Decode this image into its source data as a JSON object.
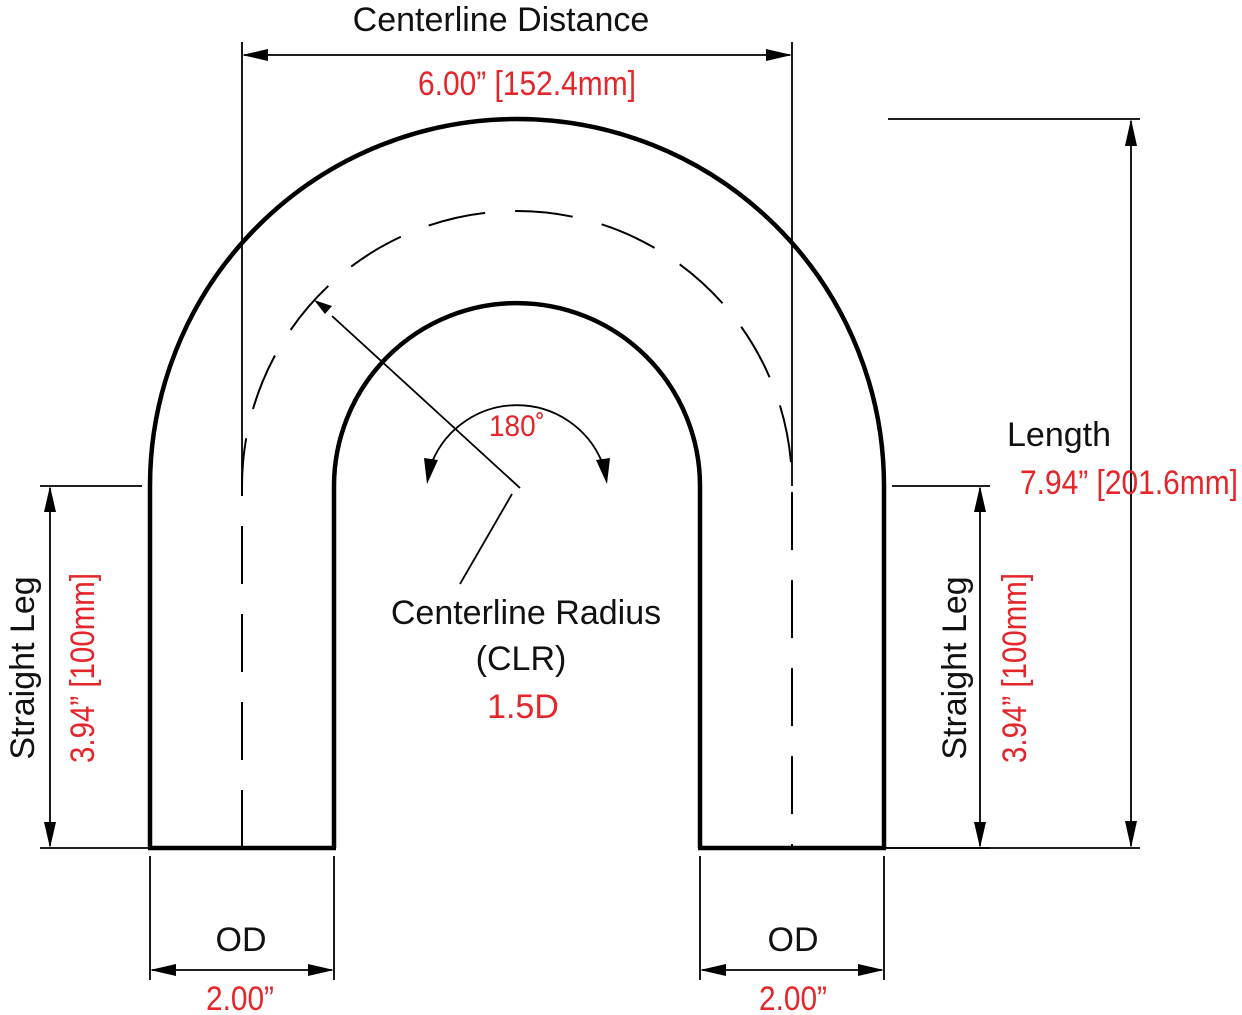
{
  "colors": {
    "line": "#000000",
    "text": "#111111",
    "accent": "#e4262b"
  },
  "centerline_distance": {
    "label": "Centerline Distance",
    "value": "6.00” [152.4mm]"
  },
  "length": {
    "label": "Length",
    "value": "7.94” [201.6mm]"
  },
  "straight_leg_left": {
    "label": "Straight Leg",
    "value": "3.94” [100mm]"
  },
  "straight_leg_right": {
    "label": "Straight Leg",
    "value": "3.94” [100mm]"
  },
  "angle": {
    "value": "180˚"
  },
  "clr": {
    "label": "Centerline Radius",
    "abbr": "(CLR)",
    "value": "1.5D"
  },
  "od_left": {
    "label": "OD",
    "value": "2.00”"
  },
  "od_right": {
    "label": "OD",
    "value": "2.00”"
  }
}
